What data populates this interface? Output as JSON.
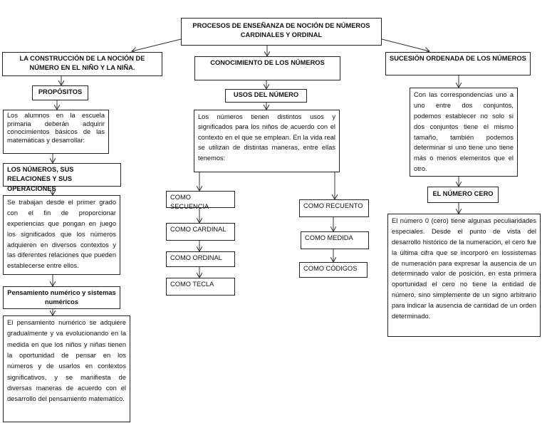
{
  "title": "PROCESOS DE ENSEÑANZA DE NOCIÓN DE NÚMEROS CARDINALES Y ORDINAL",
  "left": {
    "header": "LA CONSTRUCCIÓN DE LA NOCIÓN DE NÚMERO EN EL NIÑO Y LA NIÑA.",
    "propositos": "PROPÓSITOS",
    "alumnos": "Los alumnos en la escuela primaria deberán adquirir conocimientos básicos de las matemáticas y desarrollar:",
    "numeros_relaciones": "LOS NÚMEROS, SUS RELACIONES Y SUS OPERACIONES",
    "se_trabajan": "Se trabajan desde el primer grado con el fin de proporcionar experiencias que pongan en juego los significados que los números adquieren en diversos contextos y las diferentes relaciones que pueden establecerse entre ellos.",
    "pensamiento_title": "Pensamiento numérico y sistemas numéricos",
    "pensamiento_text": "El pensamiento numérico se adquiere gradualmente y va evolucionando en la medida en que los niños y niñas tienen la oportunidad de pensar en los números y de usarlos en contextos significativos, y se manifiesta de diversas maneras de acuerdo con el desarrollo del pensamiento matemático."
  },
  "center": {
    "header": "CONOCIMIENTO DE LOS NÚMEROS",
    "usos": "USOS DEL NÚMERO",
    "usos_text": "Los números tienen distintos usos y significados para los niños de acuerdo con el contexto en el que se emplean. En la vida real se utilizan de distintas maneras, entre ellas tenemos:",
    "left_items": [
      "COMO SECUENCIA",
      "COMO CARDINAL",
      "COMO ORDINAL",
      "COMO TECLA"
    ],
    "right_items": [
      "COMO RECUENTO",
      "COMO MEDIDA",
      "COMO CÓDIGOS"
    ]
  },
  "right": {
    "header": "SUCESIÓN ORDENADA DE LOS NÚMEROS",
    "correspondencias": "Con las correspondencias uno a uno entre dos conjuntos, podemos establecer no solo si dos conjuntos tiene el mismo tamaño, también podemos determinar si uno tiene uno tiene más o menos elementos que el otro.",
    "cero_title": "EL NÚMERO CERO",
    "cero_text": "El número 0 (cero) tiene algunas peculiaridades especiales. Desde el punto de vista del desarrollo histórico de la numeración, el cero fue la última cifra que se incorporó en lossistemas de numeración para expresar la ausencia de un determinado valor de posición, en esta primera oportunidad el cero no tiene la entidad de número, sino simplemente de un signo arbitrario para indicar la ausencia de cantidad de un orden determinado."
  }
}
